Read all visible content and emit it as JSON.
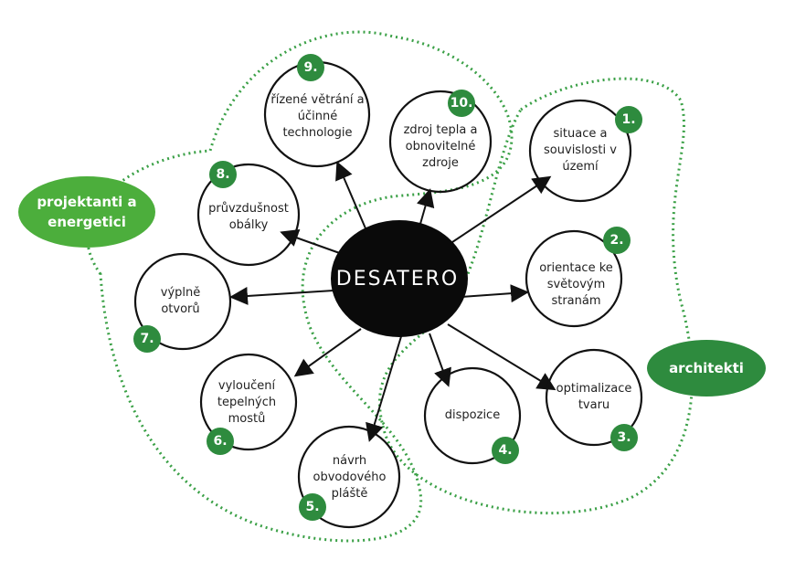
{
  "center_label": "DESATERO",
  "groups": {
    "designers": "projektanti a energetici",
    "architects": "architekti"
  },
  "nodes": [
    {
      "number": "1.",
      "label": "situace a souvislosti v území"
    },
    {
      "number": "2.",
      "label": "orientace ke světovým stranám"
    },
    {
      "number": "3.",
      "label": "optimalizace tvaru"
    },
    {
      "number": "4.",
      "label": "dispozice"
    },
    {
      "number": "5.",
      "label": "návrh obvodového pláště"
    },
    {
      "number": "6.",
      "label": "vyloučení tepelných mostů"
    },
    {
      "number": "7.",
      "label": "výplně otvorů"
    },
    {
      "number": "8.",
      "label": "průvzdušnost obálky"
    },
    {
      "number": "9.",
      "label": "řízené větrání a účinné technologie"
    },
    {
      "number": "10.",
      "label": "zdroj tepla a obnovitelné zdroje"
    }
  ],
  "colors": {
    "designers": "#4cae3c",
    "architects": "#2e8b3e",
    "badge": "#2e8b3e",
    "dotted": "#3aa046"
  }
}
